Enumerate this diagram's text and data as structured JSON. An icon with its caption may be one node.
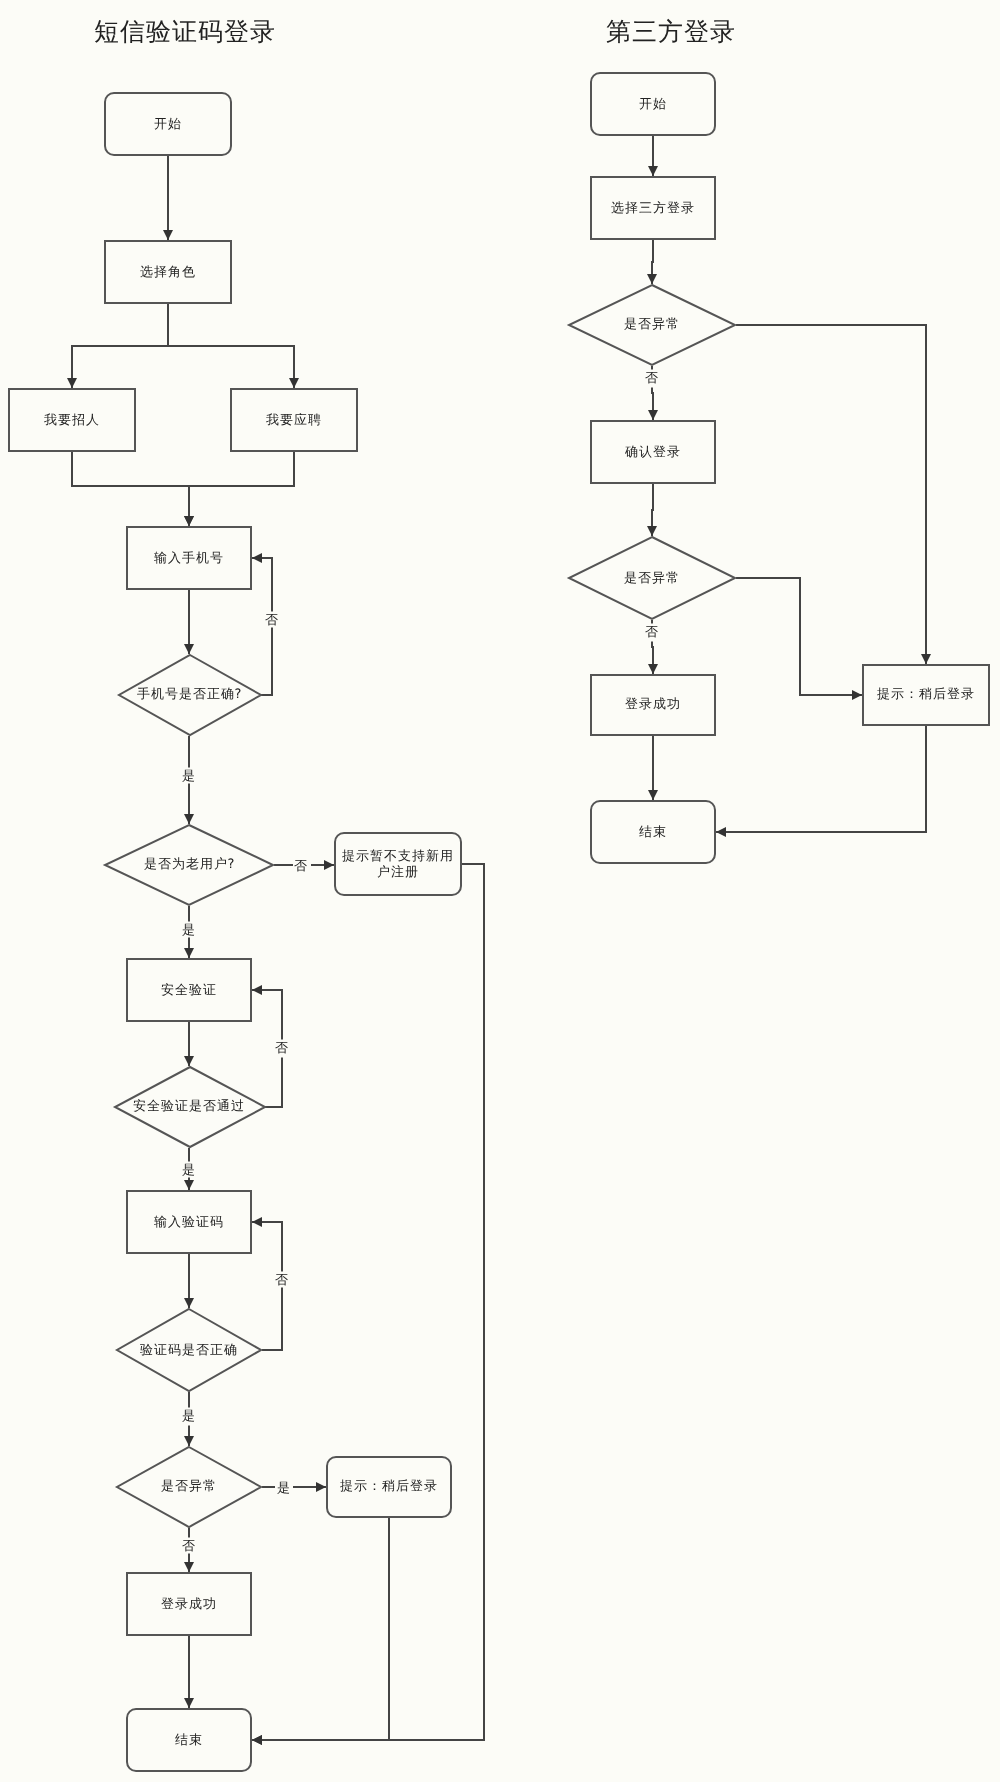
{
  "diagram": {
    "nodes": [
      {
        "text": [
          "开始"
        ]
      },
      {
        "text": [
          "选择角色"
        ]
      },
      {
        "text": [
          "我要招人"
        ]
      },
      {
        "text": [
          "我要应聘"
        ]
      },
      {
        "text": [
          "输入手机号"
        ]
      },
      {
        "text": [
          "手机号是否正确?"
        ]
      },
      {
        "text": [
          "是否为老用户?"
        ]
      },
      {
        "text": [
          "提示暂不支持新用户注册"
        ]
      },
      {
        "text": [
          "安全验证"
        ]
      },
      {
        "text": [
          "安全验证是否通过"
        ]
      },
      {
        "text": [
          "输入验证码"
        ]
      },
      {
        "text": [
          "验证码是否正确"
        ]
      },
      {
        "text": [
          "是否异常"
        ]
      },
      {
        "text": [
          "提示：稍后登录"
        ]
      },
      {
        "text": [
          "登录成功"
        ]
      },
      {
        "text": [
          "结束"
        ]
      },
      {
        "text": [
          "开始"
        ]
      },
      {
        "text": [
          "选择三方登录"
        ]
      },
      {
        "text": [
          "是否异常"
        ]
      },
      {
        "text": [
          "确认登录"
        ]
      },
      {
        "text": [
          "是否异常"
        ]
      },
      {
        "text": [
          "登录成功"
        ]
      },
      {
        "text": [
          "提示：稍后登录"
        ]
      },
      {
        "text": [
          "结束"
        ]
      }
    ],
    "edges": [
      {
        "from": 0,
        "to": 1,
        "arrow": "to"
      },
      {
        "from": 1,
        "to": 2,
        "arrow": "to"
      },
      {
        "from": 1,
        "to": 3,
        "arrow": "to"
      },
      {
        "from": 2,
        "to": 4,
        "arrow": "to"
      },
      {
        "from": 3,
        "to": 4,
        "arrow": "to"
      },
      {
        "from": 4,
        "to": 5,
        "arrow": "to"
      },
      {
        "from": 5,
        "to": 4,
        "arrow": "to",
        "label": "否"
      },
      {
        "from": 5,
        "to": 6,
        "arrow": "to",
        "label": "是"
      },
      {
        "from": 6,
        "to": 7,
        "arrow": "to",
        "label": "否"
      },
      {
        "from": 6,
        "to": 8,
        "arrow": "to",
        "label": "是"
      },
      {
        "from": 8,
        "to": 9,
        "arrow": "to"
      },
      {
        "from": 9,
        "to": 8,
        "arrow": "to",
        "label": "否"
      },
      {
        "from": 9,
        "to": 10,
        "arrow": "to",
        "label": "是"
      },
      {
        "from": 10,
        "to": 11,
        "arrow": "to"
      },
      {
        "from": 11,
        "to": 10,
        "arrow": "to",
        "label": "否"
      },
      {
        "from": 11,
        "to": 12,
        "arrow": "to",
        "label": "是"
      },
      {
        "from": 12,
        "to": 13,
        "arrow": "to",
        "label": "是"
      },
      {
        "from": 12,
        "to": 14,
        "arrow": "to",
        "label": "否"
      },
      {
        "from": 14,
        "to": 15,
        "arrow": "to"
      },
      {
        "from": 13,
        "to": 15,
        "arrow": "to"
      },
      {
        "from": 7,
        "to": 15,
        "arrow": "to"
      },
      {
        "from": 16,
        "to": 17,
        "arrow": "to"
      },
      {
        "from": 17,
        "to": 18,
        "arrow": "to"
      },
      {
        "from": 18,
        "to": 19,
        "arrow": "to",
        "label": "否"
      },
      {
        "from": 18,
        "to": 22,
        "arrow": "to"
      },
      {
        "from": 19,
        "to": 20,
        "arrow": "to"
      },
      {
        "from": 20,
        "to": 21,
        "arrow": "to",
        "label": "否"
      },
      {
        "from": 20,
        "to": 22,
        "arrow": "to"
      },
      {
        "from": 21,
        "to": 23,
        "arrow": "to"
      },
      {
        "from": 22,
        "to": 23,
        "arrow": "to"
      }
    ],
    "labels": [
      "短信验证码登录",
      "第三方登录"
    ]
  }
}
